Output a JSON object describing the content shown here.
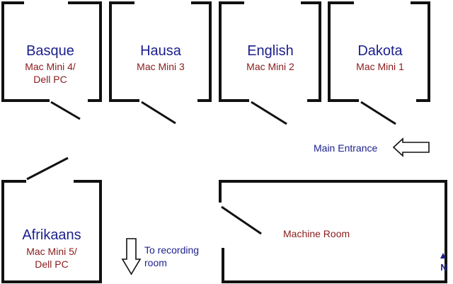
{
  "rooms": {
    "basque": {
      "name": "Basque",
      "computer": "Mac Mini 4/\nDell PC"
    },
    "hausa": {
      "name": "Hausa",
      "computer": "Mac Mini 3"
    },
    "english": {
      "name": "English",
      "computer": "Mac Mini 2"
    },
    "dakota": {
      "name": "Dakota",
      "computer": "Mac Mini 1"
    },
    "afrikaans": {
      "name": "Afrikaans",
      "computer": "Mac Mini 5/\nDell PC"
    },
    "machine_room": {
      "name": "Machine Room"
    }
  },
  "navigation": {
    "main_entrance": "Main Entrance",
    "to_recording_room": "To recording\nroom"
  },
  "compass": {
    "north": "N"
  },
  "colors": {
    "room_name": "#1b1f8c",
    "computer_label": "#8a1b1b",
    "walls": "#111111"
  }
}
